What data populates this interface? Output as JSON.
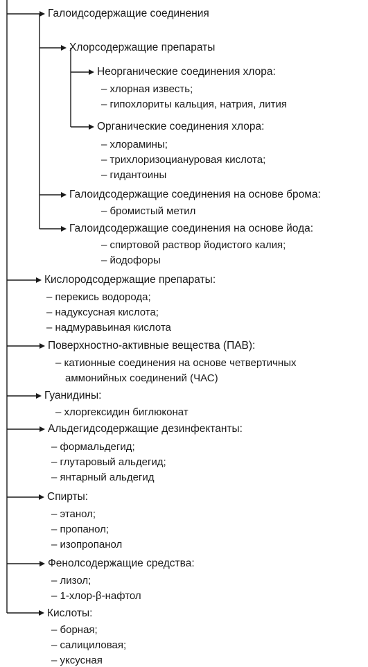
{
  "groups": [
    {
      "title": "Галоидсодержащие соединения",
      "subgroups": [
        {
          "title": "Хлорсодержащие препараты",
          "classes": [
            {
              "title": "Неорганические соединения хлора:",
              "items": [
                "хлорная известь;",
                "гипохлориты кальция, натрия, лития"
              ]
            },
            {
              "title": "Органические соединения хлора:",
              "items": [
                "хлорамины;",
                "трихлоризоциануровая кислота;",
                "гидантоины"
              ]
            }
          ]
        },
        {
          "title": "Галоидсодержащие соединения на основе брома:",
          "items": [
            "бромистый метил"
          ]
        },
        {
          "title": "Галоидсодержащие соединения на основе йода:",
          "items": [
            "спиртовой раствор йодистого калия;",
            "йодофоры"
          ]
        }
      ]
    },
    {
      "title": "Кислородсодержащие препараты:",
      "items": [
        "перекись водорода;",
        "надуксусная кислота;",
        "надмуравьиная кислота"
      ]
    },
    {
      "title": "Поверхностно-активные вещества (ПАВ):",
      "items": [
        "катионные соединения на основе четвертичных",
        "аммонийных соединений (ЧАС)"
      ]
    },
    {
      "title": "Гуанидины:",
      "items": [
        "хлоргексидин биглюконат"
      ]
    },
    {
      "title": "Альдегидсодержащие дезинфектанты:",
      "items": [
        "формальдегид;",
        "глутаровый альдегид;",
        "янтарный альдегид"
      ]
    },
    {
      "title": "Спирты:",
      "items": [
        "этанол;",
        "пропанол;",
        "изопропанол"
      ]
    },
    {
      "title": "Фенолсодержащие средства:",
      "items": [
        "лизол;",
        "1-хлор-β-нафтол"
      ]
    },
    {
      "title": "Кислоты:",
      "items": [
        "борная;",
        "салициловая;",
        "уксусная"
      ]
    }
  ]
}
